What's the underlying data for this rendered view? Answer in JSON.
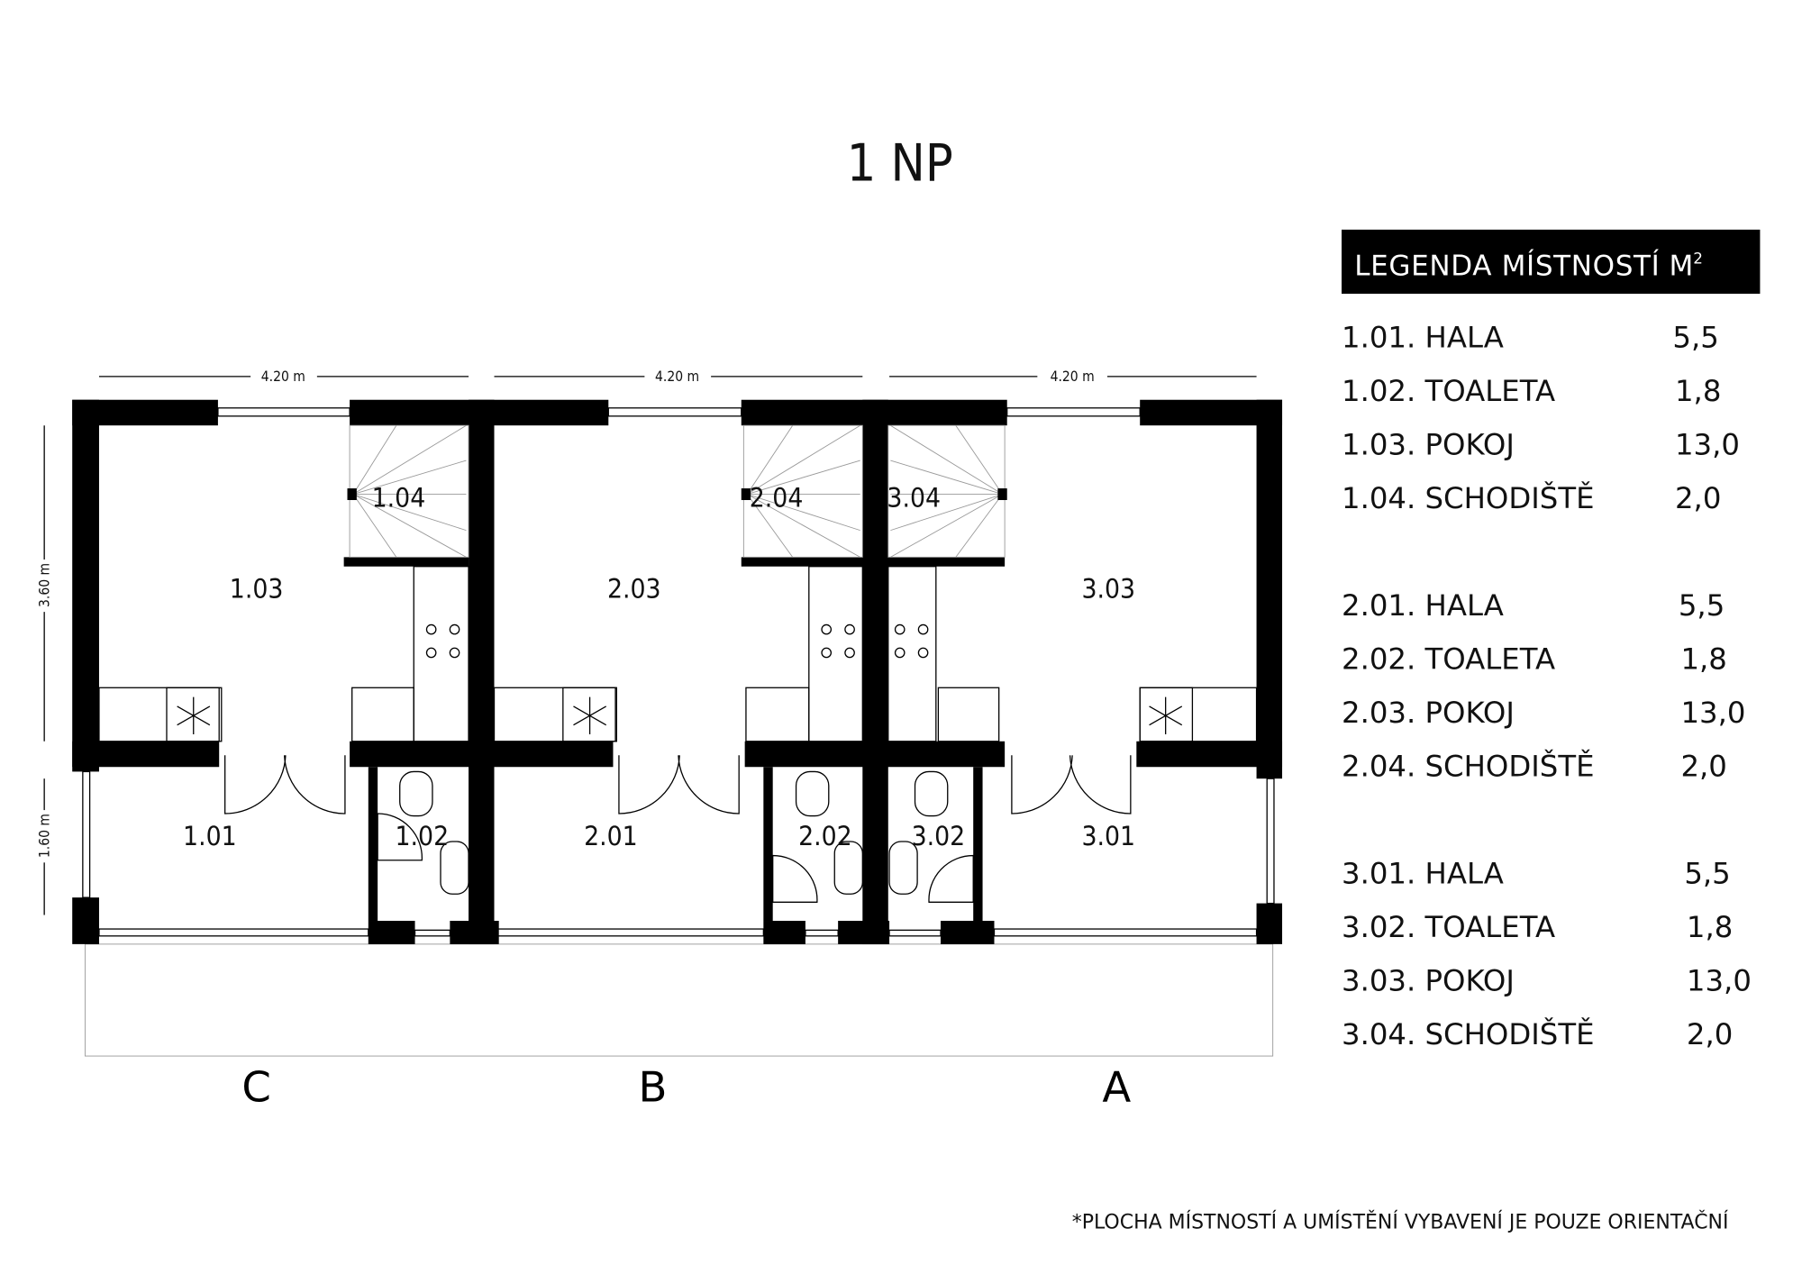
{
  "title": "1 NP",
  "dimensions": {
    "unit_width": "4.20 m",
    "height_upper": "3.60 m",
    "height_lower": "1.60 m"
  },
  "units": [
    "C",
    "B",
    "A"
  ],
  "rooms": {
    "r101": "1.01",
    "r102": "1.02",
    "r103": "1.03",
    "r104": "1.04",
    "r201": "2.01",
    "r202": "2.02",
    "r203": "2.03",
    "r204": "2.04",
    "r301": "3.01",
    "r302": "3.02",
    "r303": "3.03",
    "r304": "3.04"
  },
  "legend": {
    "header": "LEGENDA MÍSTNOSTÍ",
    "unit_label": "M",
    "unit_sup": "2",
    "groups": [
      [
        {
          "name": "1.01. HALA",
          "area": "5,5"
        },
        {
          "name": "1.02. TOALETA",
          "area": "1,8"
        },
        {
          "name": "1.03. POKOJ",
          "area": "13,0"
        },
        {
          "name": "1.04. SCHODIŠTĚ",
          "area": "2,0"
        }
      ],
      [
        {
          "name": "2.01. HALA",
          "area": "5,5"
        },
        {
          "name": "2.02. TOALETA",
          "area": "1,8"
        },
        {
          "name": "2.03. POKOJ",
          "area": "13,0"
        },
        {
          "name": "2.04. SCHODIŠTĚ",
          "area": "2,0"
        }
      ],
      [
        {
          "name": "3.01. HALA",
          "area": "5,5"
        },
        {
          "name": "3.02. TOALETA",
          "area": "1,8"
        },
        {
          "name": "3.03. POKOJ",
          "area": "13,0"
        },
        {
          "name": "3.04. SCHODIŠTĚ",
          "area": "2,0"
        }
      ]
    ]
  },
  "footnote": "*PLOCHA MÍSTNOSTÍ  A UMÍSTĚNÍ VYBAVENÍ JE POUZE ORIENTAČNÍ"
}
